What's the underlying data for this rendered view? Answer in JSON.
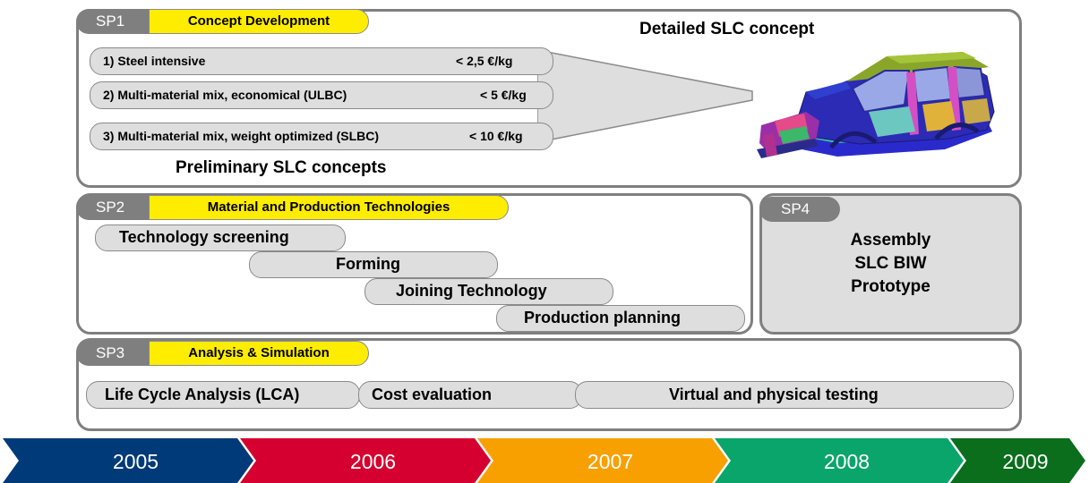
{
  "sp1": {
    "tag": "SP1",
    "title": "Concept Development",
    "detailed_label": "Detailed SLC concept",
    "preliminary_label": "Preliminary SLC concepts",
    "concepts": [
      {
        "name": "1) Steel intensive",
        "cost": "< 2,5 €/kg"
      },
      {
        "name": "2) Multi-material mix, economical (ULBC)",
        "cost": "< 5 €/kg"
      },
      {
        "name": "3) Multi-material mix, weight optimized (SLBC)",
        "cost": "< 10 €/kg"
      }
    ]
  },
  "sp2": {
    "tag": "SP2",
    "title": "Material and Production Technologies",
    "items": [
      "Technology screening",
      "Forming",
      "Joining Technology",
      "Production planning"
    ]
  },
  "sp3": {
    "tag": "SP3",
    "title": "Analysis & Simulation",
    "items": [
      "Life Cycle Analysis (LCA)",
      "Cost evaluation",
      "Virtual and physical testing"
    ]
  },
  "sp4": {
    "tag": "SP4",
    "lines": [
      "Assembly",
      "SLC BIW",
      "Prototype"
    ]
  },
  "timeline": {
    "years": [
      "2005",
      "2006",
      "2007",
      "2008",
      "2009"
    ],
    "colors": [
      "#003a78",
      "#d5002f",
      "#f7a000",
      "#0aa56b",
      "#0a6e1c"
    ]
  }
}
